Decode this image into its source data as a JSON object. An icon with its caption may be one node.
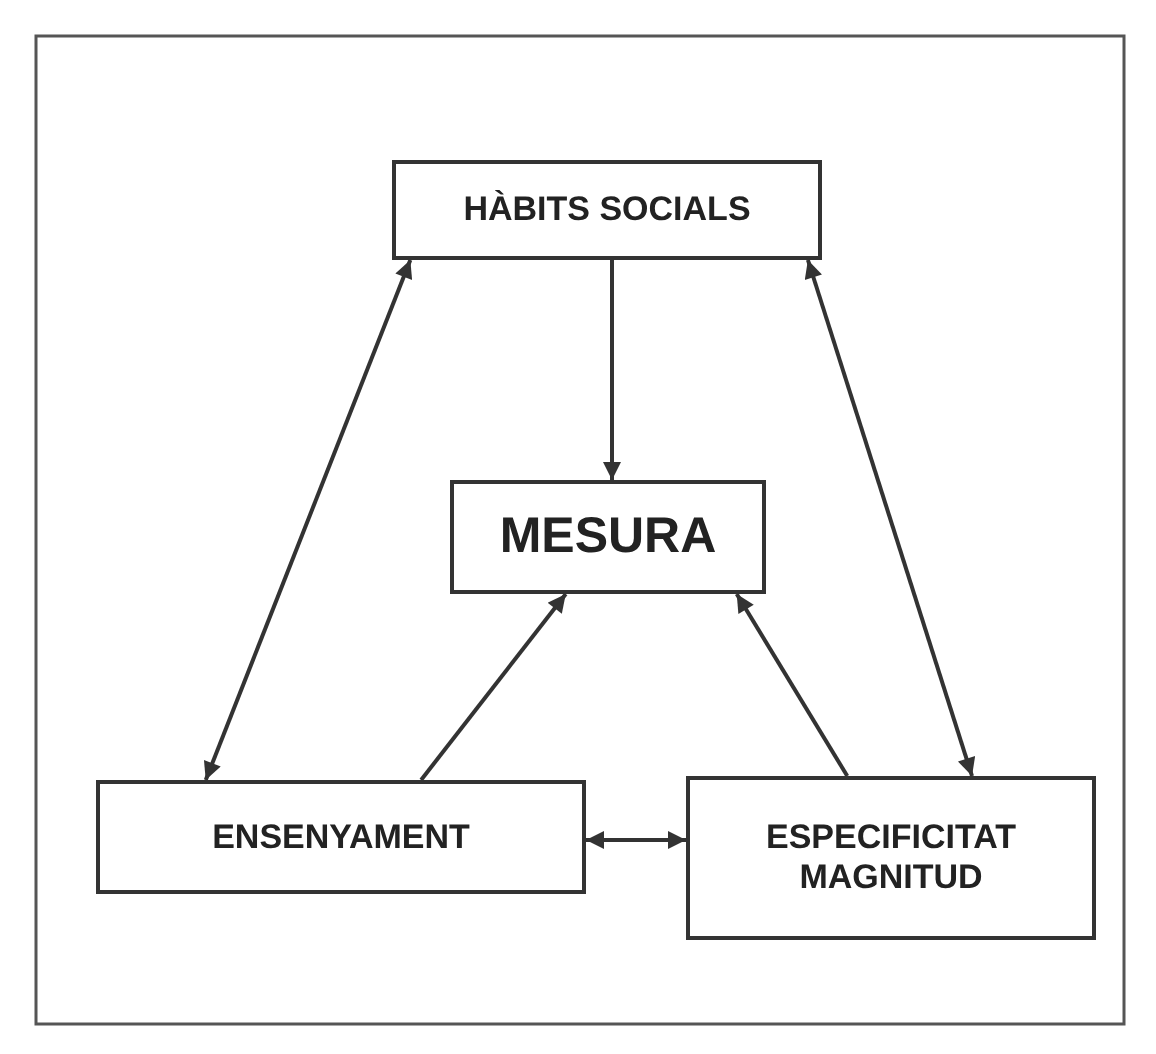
{
  "diagram": {
    "nodes": [
      {
        "text": [
          "HÀBITS SOCIALS"
        ]
      },
      {
        "text": [
          "MESURA"
        ]
      },
      {
        "text": [
          "ENSENYAMENT"
        ]
      },
      {
        "text": [
          "ESPECIFICITAT MAGNITUD"
        ]
      }
    ],
    "edges": [
      {
        "from": 0,
        "to": 1,
        "arrow": "to"
      },
      {
        "from": 0,
        "to": 2,
        "arrow": "both"
      },
      {
        "from": 0,
        "to": 3,
        "arrow": "both"
      },
      {
        "from": 2,
        "to": 1,
        "arrow": "to"
      },
      {
        "from": 3,
        "to": 1,
        "arrow": "to"
      },
      {
        "from": 2,
        "to": 3,
        "arrow": "both"
      }
    ]
  }
}
